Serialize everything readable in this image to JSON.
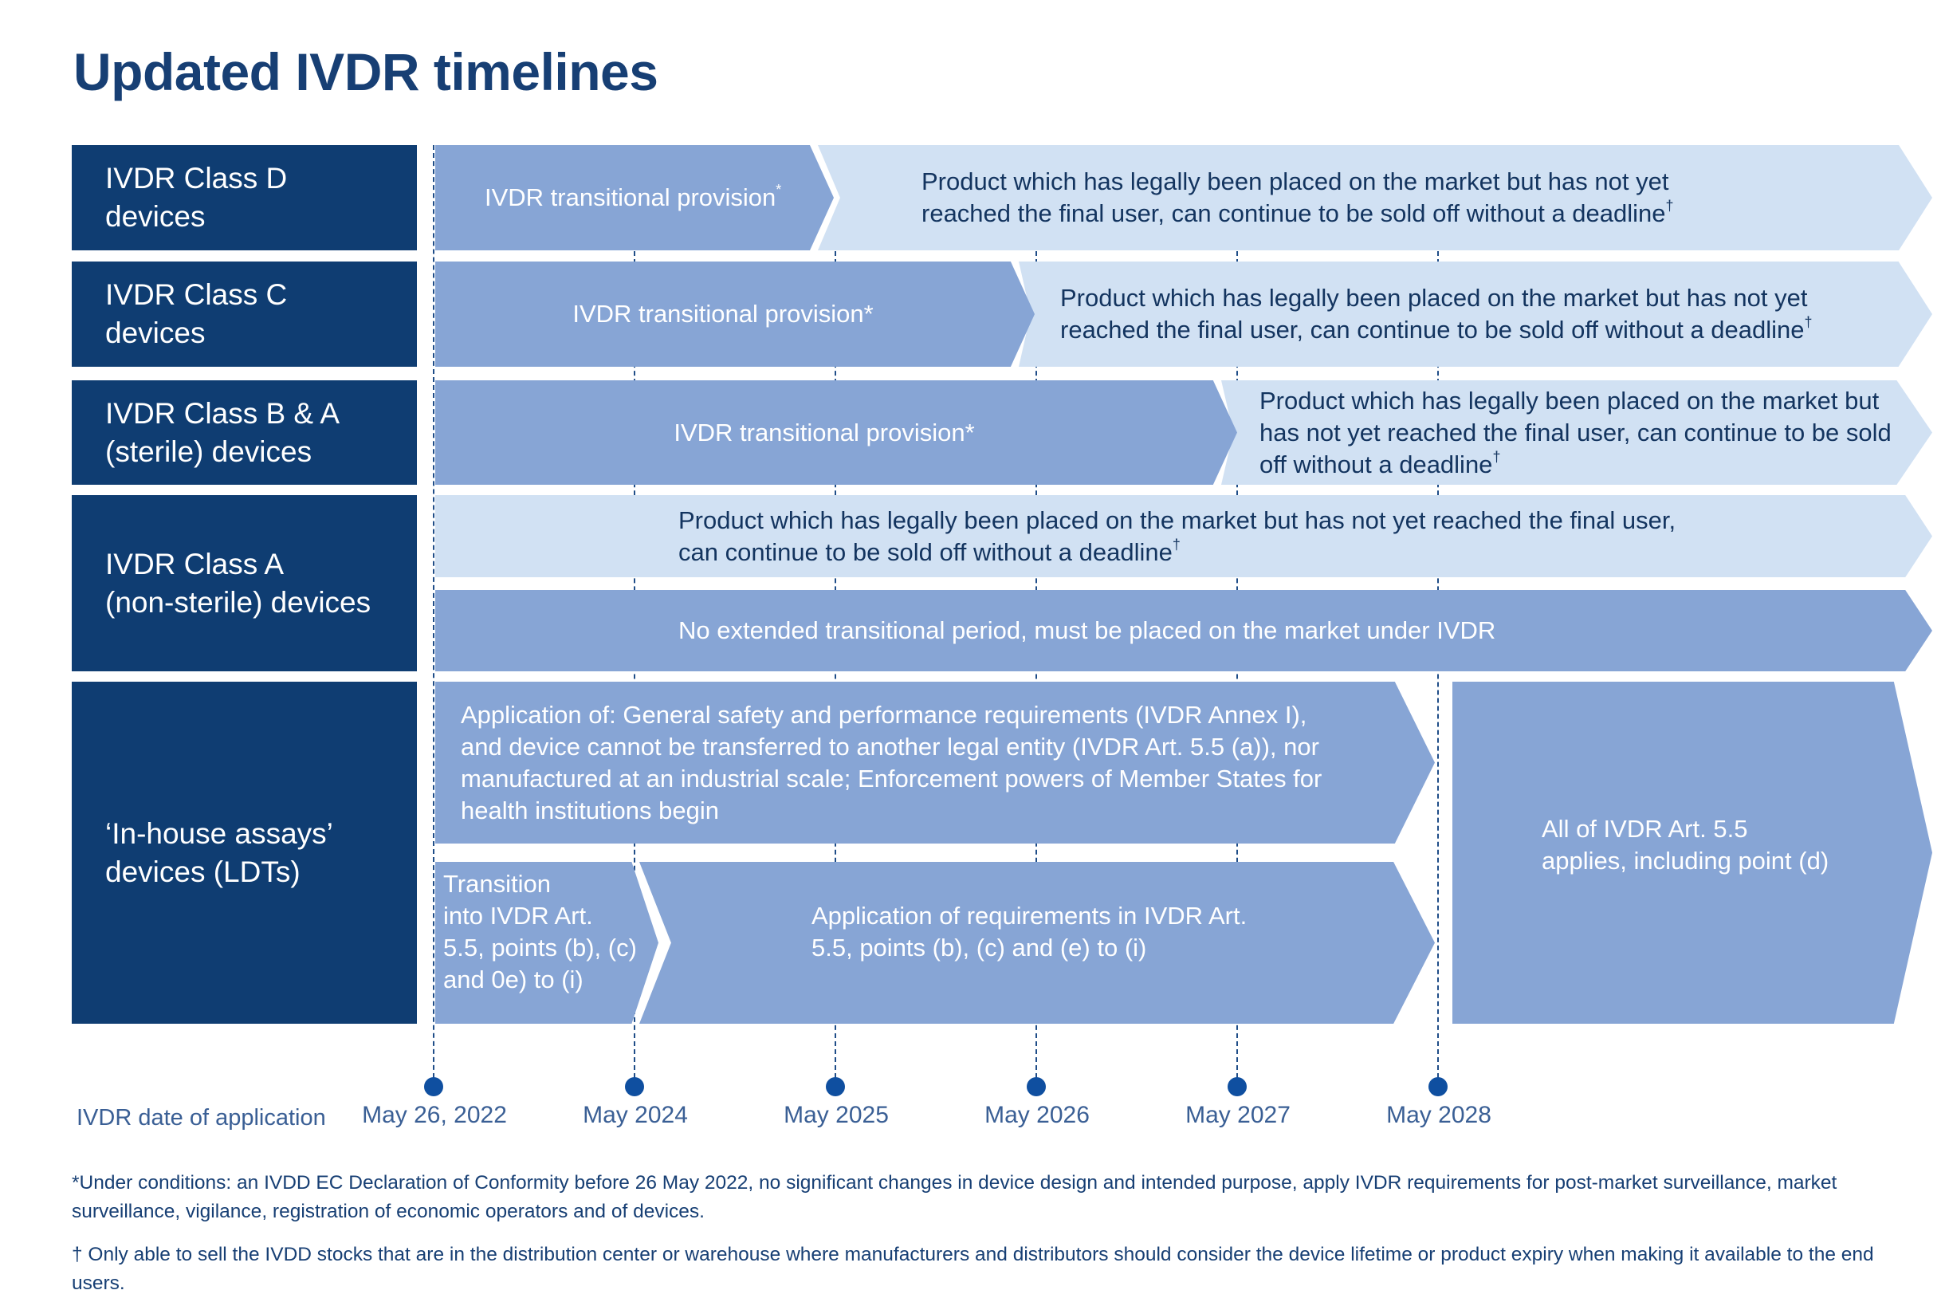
{
  "title": "Updated IVDR timelines",
  "colors": {
    "dark": "#0f3d72",
    "mid": "#87a5d5",
    "light": "#d1e1f3",
    "text_dark": "#13345f",
    "accent": "#0f4fa0"
  },
  "categories": {
    "class_d": "IVDR Class D\ndevices",
    "class_c": "IVDR Class C\ndevices",
    "class_ba": "IVDR Class B & A\n(sterile) devices",
    "class_a": "IVDR Class A\n(non-sterile) devices",
    "ldt": "‘In-house assays’\ndevices (LDTs)"
  },
  "bars": {
    "d_trans": "IVDR transitional provision",
    "d_trans_mark": "*",
    "d_sell": "Product which has legally been placed on the market but has not yet\nreached the final user, can continue to be sold off without a deadline",
    "d_sell_mark": "†",
    "c_trans": "IVDR transitional provision*",
    "c_sell": "Product which has legally been placed on the market but has not yet\nreached the final user, can continue to be sold off without a deadline",
    "c_sell_mark": "†",
    "ba_trans": "IVDR transitional provision*",
    "ba_sell": "Product which has legally been placed on the market but\nhas not yet reached the final user, can continue to be sold\noff without a deadline",
    "ba_sell_mark": "†",
    "a_sell": "Product which has legally been placed on the market but has not yet reached the final user,\ncan continue to be sold off without a deadline",
    "a_sell_mark": "†",
    "a_no_ext": "No extended transitional period, must be placed on the market under IVDR",
    "ldt_app": "Application of: General safety and performance requirements (IVDR Annex I),\nand device cannot be transferred to another legal entity (IVDR Art. 5.5 (a)), nor\nmanufactured at an industrial scale;  Enforcement powers of Member States for\nhealth institutions begin",
    "ldt_transition": "Transition\ninto IVDR Art.\n5.5, points (b), (c)\nand 0e) to (i)",
    "ldt_req": "Application of requirements in IVDR Art.\n5.5,  points (b), (c) and (e) to (i)",
    "ldt_all": "All of IVDR Art. 5.5\napplies, including point (d)"
  },
  "timeline": {
    "axis_label": "IVDR date of application",
    "dates": [
      "May 26, 2022",
      "May 2024",
      "May 2025",
      "May 2026",
      "May 2027",
      "May 2028"
    ]
  },
  "footnotes": {
    "star": "*Under conditions: an IVDD EC Declaration of Conformity before 26 May 2022, no significant changes in device design and intended purpose, apply IVDR requirements for post-market surveillance, market surveillance, vigilance, registration of economic operators and of devices.",
    "dagger": "† Only able to sell the IVDD stocks that are in the distribution center or warehouse where manufacturers and distributors should consider the device lifetime or product expiry when making it available to the end users."
  }
}
